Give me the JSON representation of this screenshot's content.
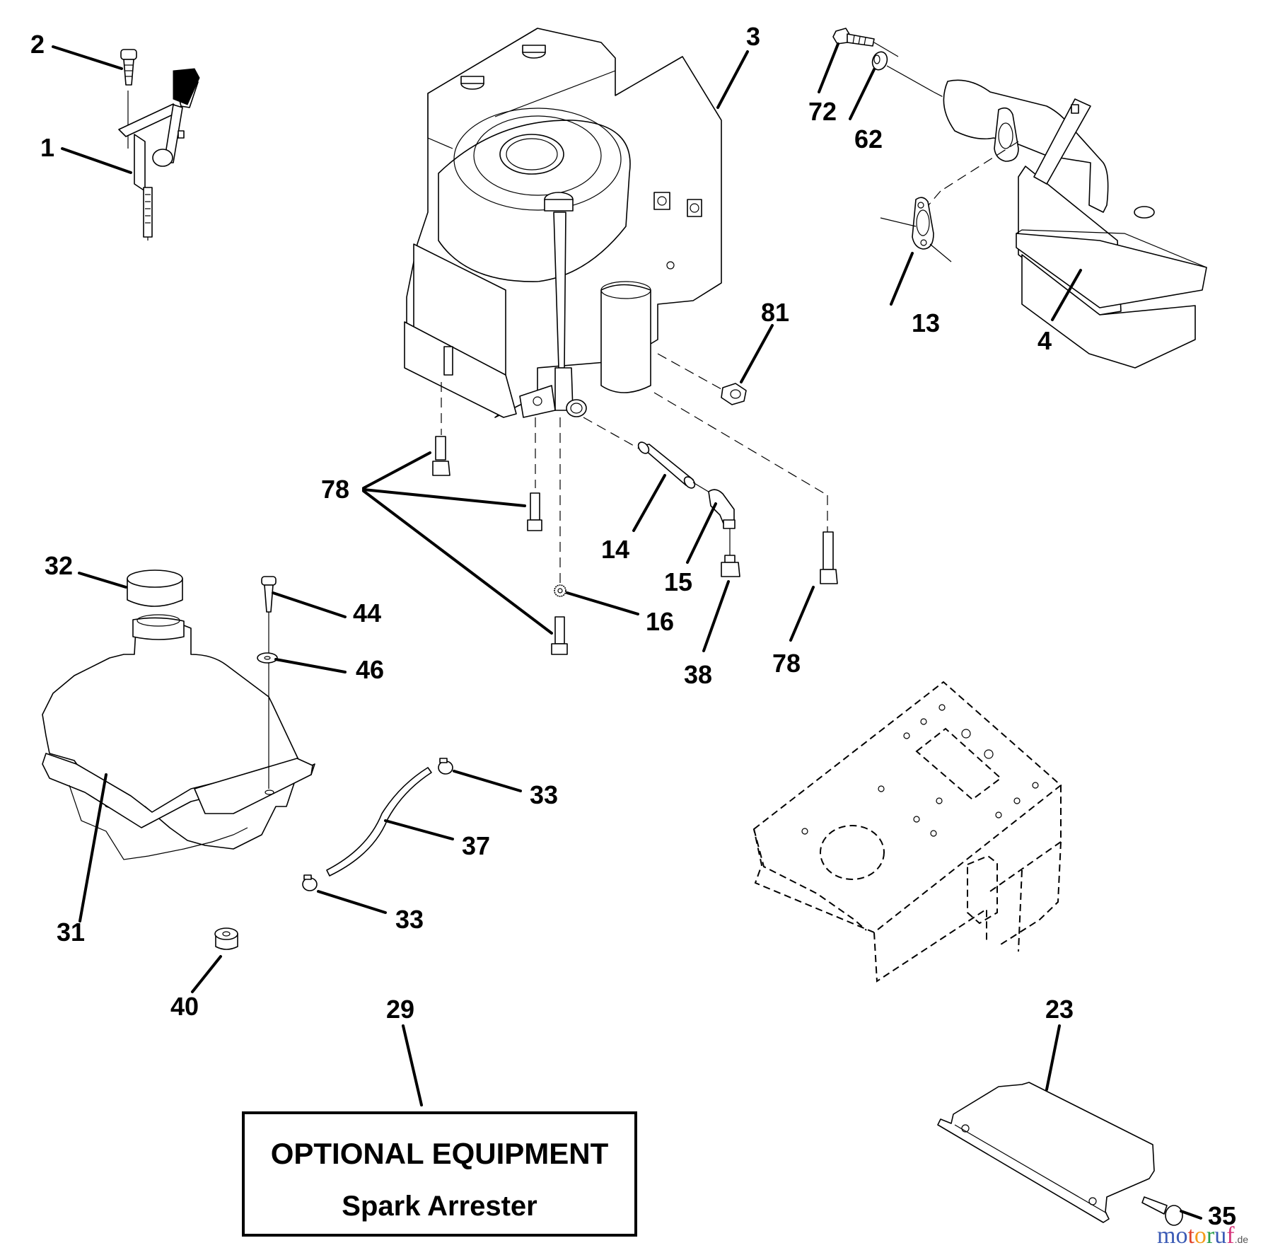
{
  "diagram": {
    "title": "Engine parts exploded view",
    "labels": [
      {
        "id": "lbl-2",
        "text": "2",
        "part": "screw"
      },
      {
        "id": "lbl-1",
        "text": "1",
        "part": "throttle-control"
      },
      {
        "id": "lbl-3",
        "text": "3",
        "part": "engine"
      },
      {
        "id": "lbl-72",
        "text": "72",
        "part": "bolt"
      },
      {
        "id": "lbl-62",
        "text": "62",
        "part": "lock-washer"
      },
      {
        "id": "lbl-81",
        "text": "81",
        "part": "nut"
      },
      {
        "id": "lbl-13",
        "text": "13",
        "part": "gasket"
      },
      {
        "id": "lbl-4",
        "text": "4",
        "part": "muffler"
      },
      {
        "id": "lbl-78a",
        "text": "78",
        "part": "bolt"
      },
      {
        "id": "lbl-14",
        "text": "14",
        "part": "pipe-nipple"
      },
      {
        "id": "lbl-15",
        "text": "15",
        "part": "elbow"
      },
      {
        "id": "lbl-16",
        "text": "16",
        "part": "star-washer"
      },
      {
        "id": "lbl-38",
        "text": "38",
        "part": "drain-plug"
      },
      {
        "id": "lbl-78b",
        "text": "78",
        "part": "bolt"
      },
      {
        "id": "lbl-32",
        "text": "32",
        "part": "fuel-cap"
      },
      {
        "id": "lbl-44",
        "text": "44",
        "part": "screw"
      },
      {
        "id": "lbl-46",
        "text": "46",
        "part": "washer"
      },
      {
        "id": "lbl-33a",
        "text": "33",
        "part": "hose-clamp"
      },
      {
        "id": "lbl-37",
        "text": "37",
        "part": "fuel-line"
      },
      {
        "id": "lbl-33b",
        "text": "33",
        "part": "hose-clamp"
      },
      {
        "id": "lbl-31",
        "text": "31",
        "part": "fuel-tank"
      },
      {
        "id": "lbl-40",
        "text": "40",
        "part": "bushing"
      },
      {
        "id": "lbl-29",
        "text": "29",
        "part": "spark-arrester"
      },
      {
        "id": "lbl-23",
        "text": "23",
        "part": "heat-shield"
      },
      {
        "id": "lbl-35",
        "text": "35",
        "part": "screw"
      }
    ],
    "note": {
      "title": "OPTIONAL EQUIPMENT",
      "subtitle": "Spark Arrester"
    },
    "watermark": {
      "letters": [
        "m",
        "o",
        "t",
        "o",
        "r",
        "u",
        "f"
      ],
      "colors": [
        "#3b5bb5",
        "#3b5bb5",
        "#e2452b",
        "#f39b1b",
        "#2aa04a",
        "#3b5bb5",
        "#d6347a"
      ],
      "suffix": ".de"
    }
  }
}
